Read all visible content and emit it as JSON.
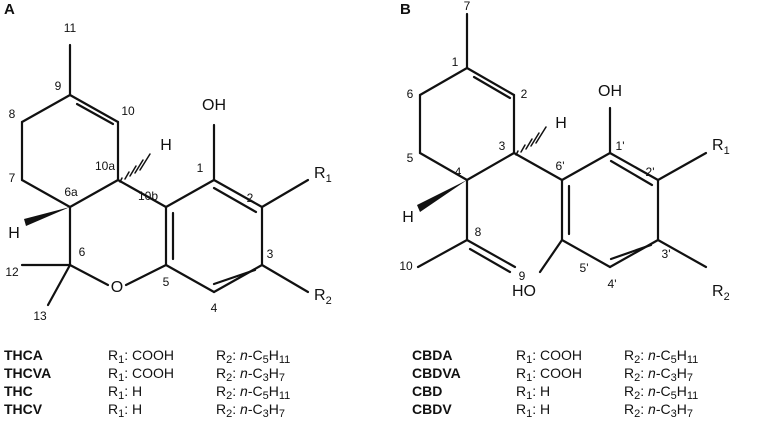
{
  "panels": [
    {
      "label": "A",
      "atom_numbers": [
        "11",
        "9",
        "10",
        "8",
        "10a",
        "7",
        "6a",
        "10b",
        "1",
        "2",
        "3",
        "6",
        "5",
        "4",
        "12",
        "13"
      ],
      "atom_labels": {
        "oh": "OH",
        "h_top": "H",
        "h_left": "H",
        "o_ring": "O"
      },
      "substituents": {
        "r1": "R",
        "r1_sub": "1",
        "r2": "R",
        "r2_sub": "2"
      },
      "compounds": [
        {
          "name": "THCA",
          "r1_prefix": "R",
          "r1_sub": "1",
          "r1_value": ": COOH",
          "r2_prefix": "R",
          "r2_sub": "2",
          "r2_italic": "n",
          "r2_rest": "-C",
          "r2_c_sub": "5",
          "r2_h": "H",
          "r2_h_sub": "11"
        },
        {
          "name": "THCVA",
          "r1_prefix": "R",
          "r1_sub": "1",
          "r1_value": ": COOH",
          "r2_prefix": "R",
          "r2_sub": "2",
          "r2_italic": "n",
          "r2_rest": "-C",
          "r2_c_sub": "3",
          "r2_h": "H",
          "r2_h_sub": "7"
        },
        {
          "name": "THC",
          "r1_prefix": "R",
          "r1_sub": "1",
          "r1_value": ": H",
          "r2_prefix": "R",
          "r2_sub": "2",
          "r2_italic": "n",
          "r2_rest": "-C",
          "r2_c_sub": "5",
          "r2_h": "H",
          "r2_h_sub": "11"
        },
        {
          "name": "THCV",
          "r1_prefix": "R",
          "r1_sub": "1",
          "r1_value": ": H",
          "r2_prefix": "R",
          "r2_sub": "2",
          "r2_italic": "n",
          "r2_rest": "-C",
          "r2_c_sub": "3",
          "r2_h": "H",
          "r2_h_sub": "7"
        }
      ]
    },
    {
      "label": "B",
      "atom_numbers": [
        "7",
        "1",
        "2",
        "6",
        "3",
        "5",
        "4",
        "6'",
        "1'",
        "2'",
        "8",
        "3'",
        "5'",
        "4'",
        "10",
        "9"
      ],
      "atom_labels": {
        "oh_top": "OH",
        "h_top": "H",
        "h_left": "H",
        "ho": "HO"
      },
      "substituents": {
        "r1": "R",
        "r1_sub": "1",
        "r2": "R",
        "r2_sub": "2"
      },
      "compounds": [
        {
          "name": "CBDA",
          "r1_prefix": "R",
          "r1_sub": "1",
          "r1_value": ": COOH",
          "r2_prefix": "R",
          "r2_sub": "2",
          "r2_italic": "n",
          "r2_rest": "-C",
          "r2_c_sub": "5",
          "r2_h": "H",
          "r2_h_sub": "11"
        },
        {
          "name": "CBDVA",
          "r1_prefix": "R",
          "r1_sub": "1",
          "r1_value": ": COOH",
          "r2_prefix": "R",
          "r2_sub": "2",
          "r2_italic": "n",
          "r2_rest": "-C",
          "r2_c_sub": "3",
          "r2_h": "H",
          "r2_h_sub": "7"
        },
        {
          "name": "CBD",
          "r1_prefix": "R",
          "r1_sub": "1",
          "r1_value": ": H",
          "r2_prefix": "R",
          "r2_sub": "2",
          "r2_italic": "n",
          "r2_rest": "-C",
          "r2_c_sub": "5",
          "r2_h": "H",
          "r2_h_sub": "11"
        },
        {
          "name": "CBDV",
          "r1_prefix": "R",
          "r1_sub": "1",
          "r1_value": ": H",
          "r2_prefix": "R",
          "r2_sub": "2",
          "r2_italic": "n",
          "r2_rest": "-C",
          "r2_c_sub": "3",
          "r2_h": "H",
          "r2_h_sub": "7"
        }
      ]
    }
  ]
}
